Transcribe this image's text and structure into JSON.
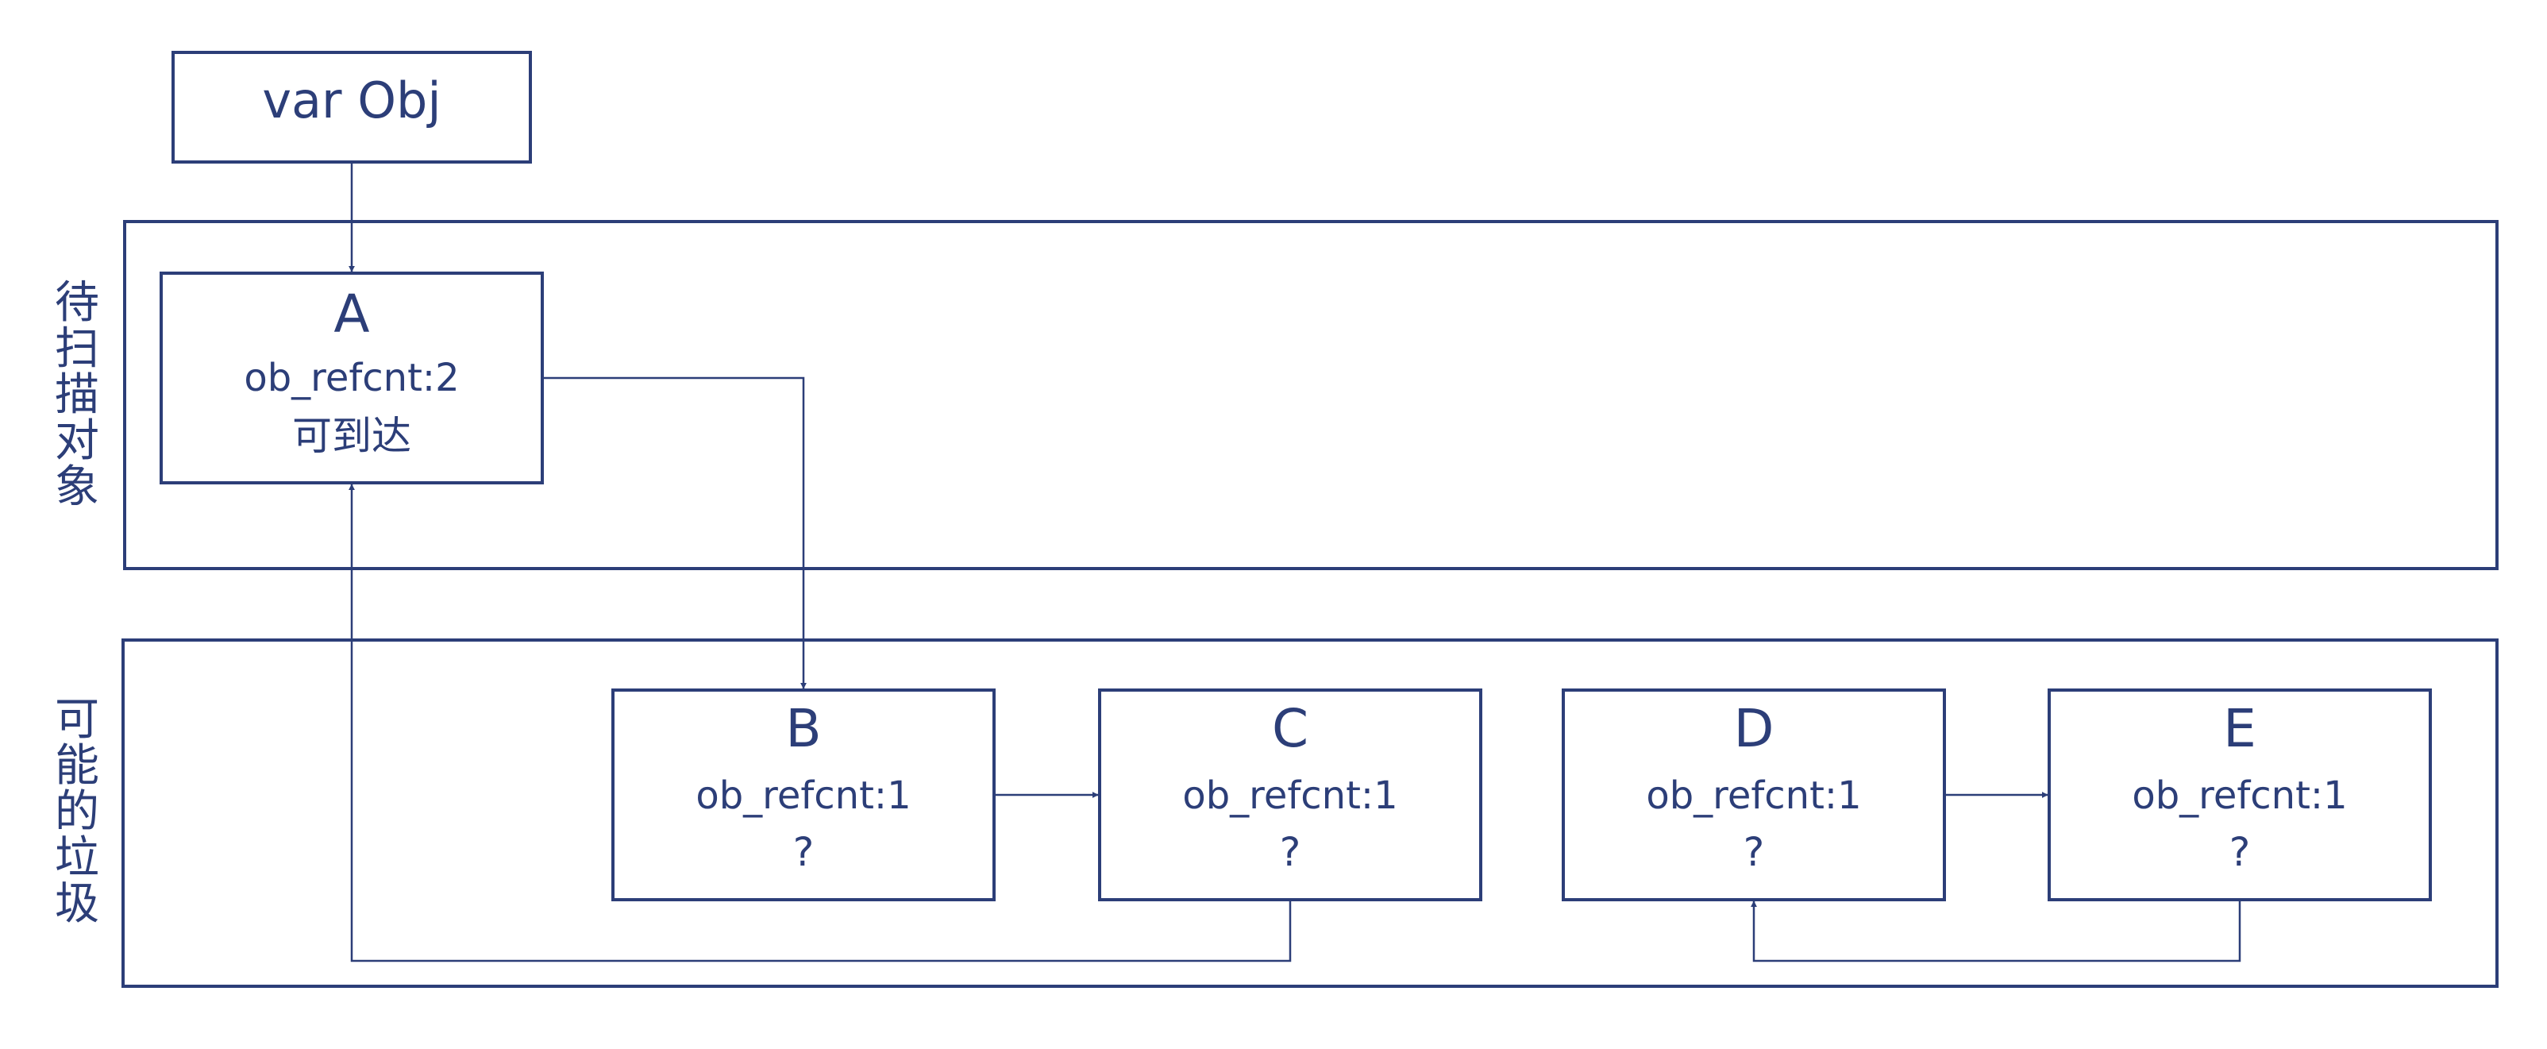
{
  "var_box": {
    "label": "var Obj"
  },
  "groups": [
    {
      "id": "pending",
      "label": [
        "待",
        "扫",
        "描",
        "对",
        "象"
      ]
    },
    {
      "id": "maybe-garbage",
      "label": [
        "可",
        "能",
        "的",
        "垃",
        "圾"
      ]
    }
  ],
  "nodes": [
    {
      "id": "A",
      "name": "A",
      "refcnt": "ob_refcnt:2",
      "status": "可到达"
    },
    {
      "id": "B",
      "name": "B",
      "refcnt": "ob_refcnt:1",
      "status": "?"
    },
    {
      "id": "C",
      "name": "C",
      "refcnt": "ob_refcnt:1",
      "status": "?"
    },
    {
      "id": "D",
      "name": "D",
      "refcnt": "ob_refcnt:1",
      "status": "?"
    },
    {
      "id": "E",
      "name": "E",
      "refcnt": "ob_refcnt:1",
      "status": "?"
    }
  ],
  "edges": [
    {
      "from": "var Obj",
      "to": "A"
    },
    {
      "from": "A",
      "to": "B"
    },
    {
      "from": "B",
      "to": "C"
    },
    {
      "from": "C",
      "to": "A"
    },
    {
      "from": "D",
      "to": "E"
    },
    {
      "from": "E",
      "to": "D"
    }
  ],
  "colors": {
    "stroke": "#2c3e78",
    "background": "#ffffff"
  }
}
